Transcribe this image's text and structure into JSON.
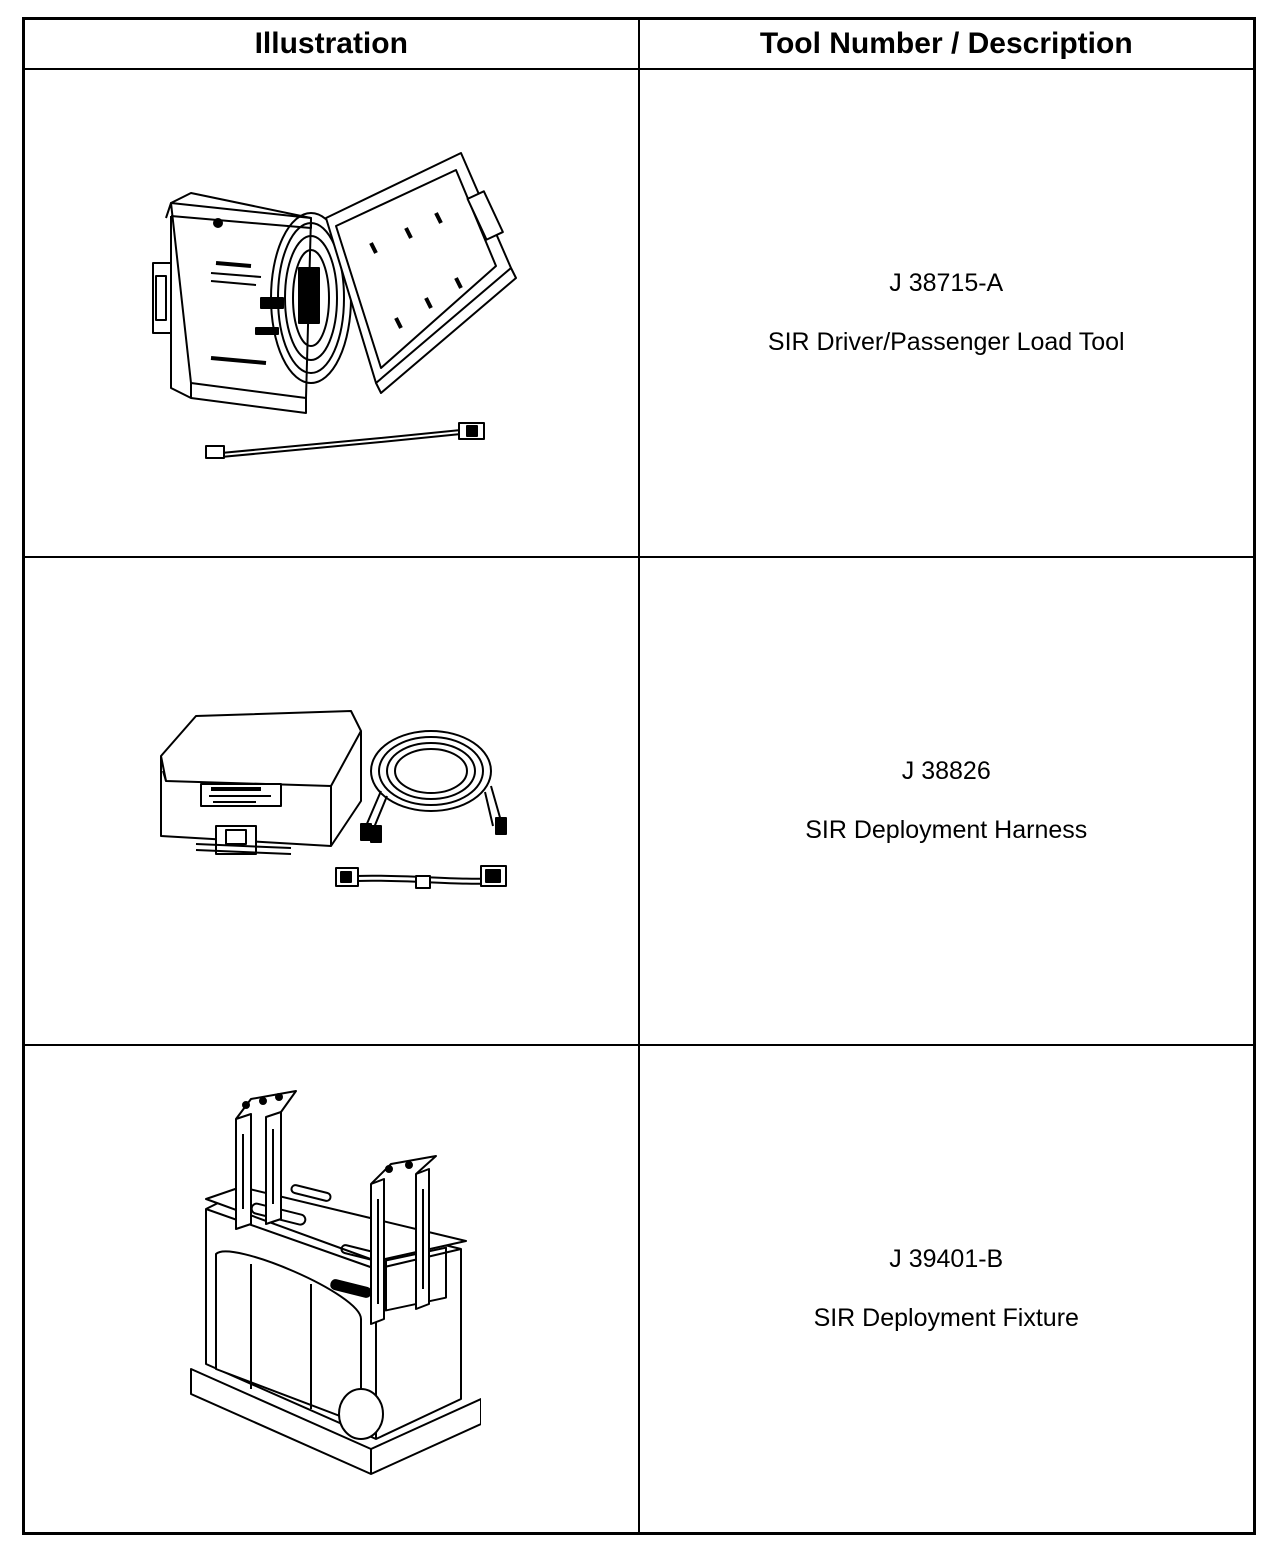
{
  "table": {
    "headers": {
      "illustration": "Illustration",
      "tool": "Tool Number / Description"
    },
    "rows": [
      {
        "number": "J 38715-A",
        "description": "SIR Driver/Passenger Load Tool",
        "illustration_icon": "load-tool-case-illustration"
      },
      {
        "number": "J 38826",
        "description": "SIR Deployment Harness",
        "illustration_icon": "deployment-harness-illustration"
      },
      {
        "number": "J 39401-B",
        "description": "SIR Deployment Fixture",
        "illustration_icon": "deployment-fixture-illustration"
      }
    ]
  }
}
